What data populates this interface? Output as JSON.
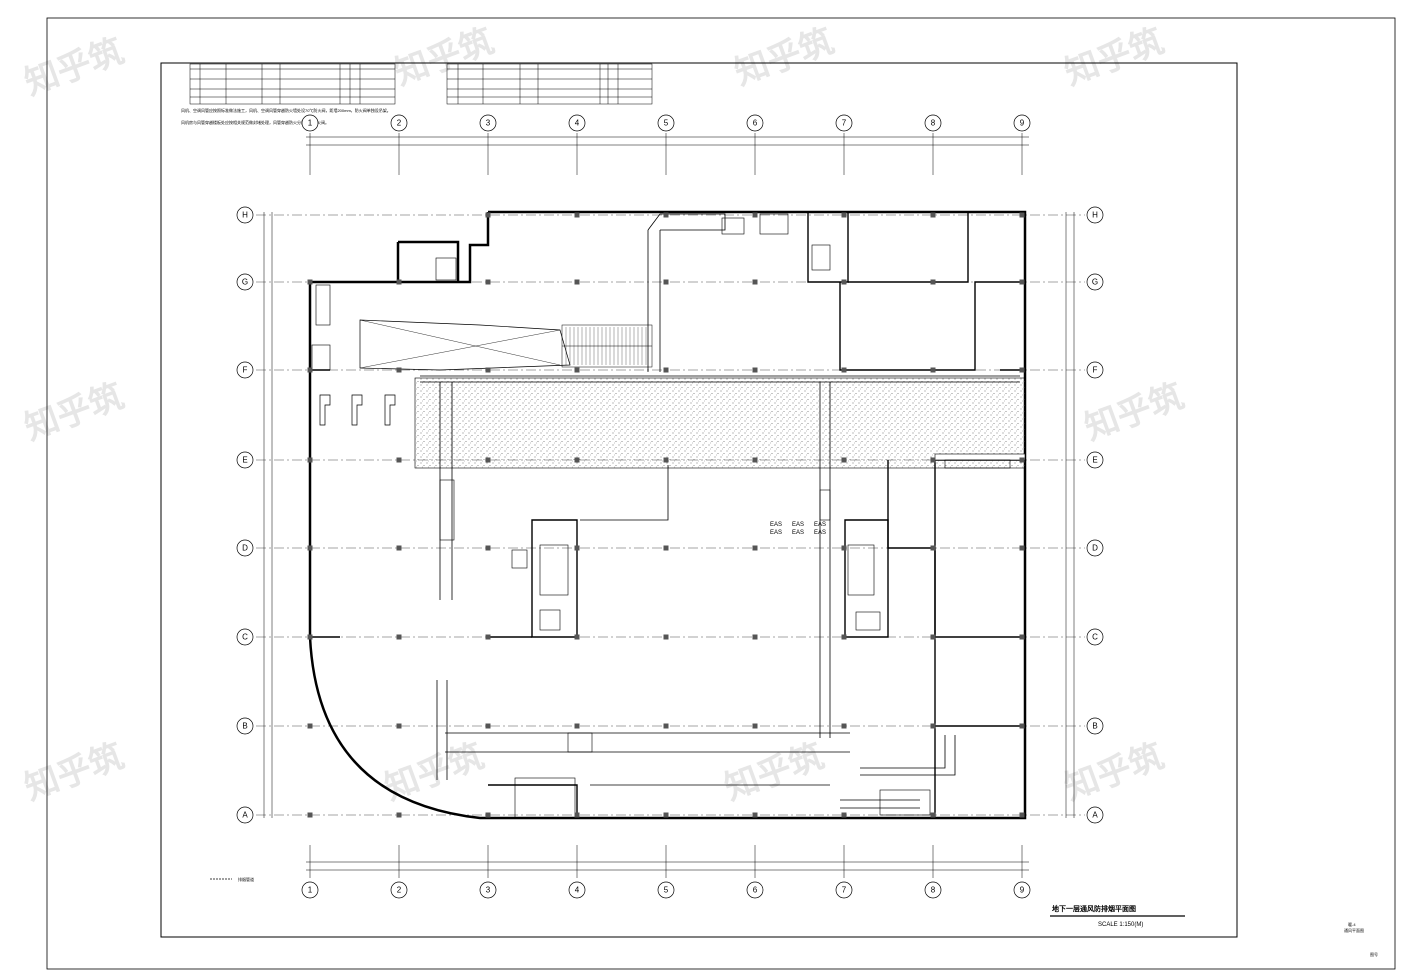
{
  "grid": {
    "columns": [
      "1",
      "2",
      "3",
      "4",
      "5",
      "6",
      "7",
      "8",
      "9"
    ],
    "rows": [
      "A",
      "B",
      "C",
      "D",
      "E",
      "F",
      "G",
      "H"
    ]
  },
  "notes": {
    "line1": "风机、空调风管应按照标准做法施工，风机、空调风管穿越防火墙处设70℃防火阀，距墙200mm，防火阀单独设吊架。",
    "line2": "风机房与风管穿越楼板处应按相关规范做封堵处理，风管穿越防火分区处设防火阀。"
  },
  "labels": {
    "eas": "EAS",
    "legend": "排烟管道"
  },
  "title_block": {
    "title": "地下一层通风防排烟平面图",
    "scale": "SCALE  1:150(M)",
    "sheet_no": "暖-4",
    "sheet_sub": "通风平面图",
    "corner": "图号"
  },
  "watermark": {
    "text": "知乎筑"
  },
  "colors": {
    "line": "#000000",
    "hatch": "#555555",
    "watermark": "#e6e6e6"
  }
}
